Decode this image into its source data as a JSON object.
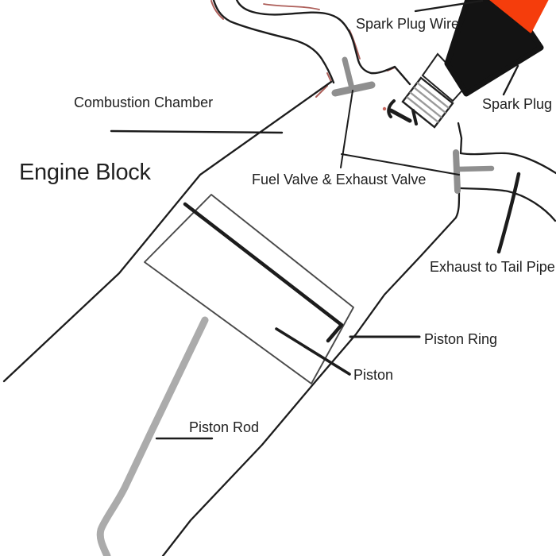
{
  "labels": {
    "spark_plug_wire": "Spark Plug Wire",
    "spark_plug": "Spark Plug",
    "combustion_chamber": "Combustion Chamber",
    "engine_block": "Engine Block",
    "fuel_valve_exhaust_valve": "Fuel Valve & Exhaust Valve",
    "exhaust_to_tail_pipe": "Exhaust to Tail Pipe",
    "piston_ring": "Piston Ring",
    "piston": "Piston",
    "piston_rod": "Piston Rod"
  },
  "colors": {
    "background": "#ffffff",
    "line_black": "#1c1c1c",
    "text_color": "#212121",
    "wire_boot_orange": "#f53d0c",
    "plug_body_black": "#131313",
    "valve_gray": "#8f8f8f",
    "hatch_gray": "#9a9a9a",
    "rod_gray": "#ababab",
    "piston_outline_gray": "#4a4a4a",
    "red_accent": "#8a1a12"
  }
}
